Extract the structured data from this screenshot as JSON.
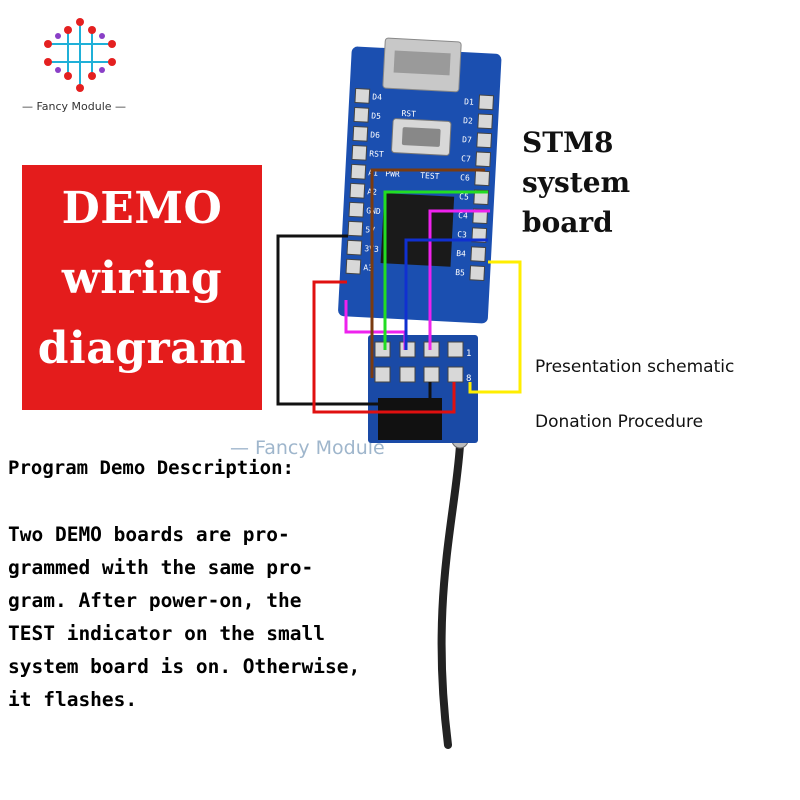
{
  "logo": {
    "text": "— Fancy Module —",
    "icon": "circuit-logo-icon"
  },
  "demo_title": {
    "line1": "DEMO",
    "line2": "wiring",
    "line3": "diagram"
  },
  "board_label": {
    "line1": "STM8",
    "line2": "system",
    "line3": "board"
  },
  "side_labels": {
    "schematic": "Presentation schematic",
    "procedure": "Donation Procedure"
  },
  "watermark": "— Fancy Module",
  "description": {
    "title": "Program Demo Description:",
    "lines": [
      "Two DEMO boards are pro-",
      "grammed with the same pro-",
      "gram. After power-on, the",
      "TEST indicator on the small",
      "system board is on. Otherwise,",
      "it flashes."
    ]
  },
  "board_pins": {
    "left": [
      "D4",
      "D5",
      "D6",
      "RST",
      "A1",
      "A2",
      "GND",
      "5V",
      "3V3",
      "A3"
    ],
    "right": [
      "D1",
      "D2",
      "D7",
      "C7",
      "C6",
      "C5",
      "C4",
      "C3",
      "B4",
      "B5"
    ],
    "top_labels": [
      "RST",
      "PWR",
      "TEST"
    ],
    "module_pins": [
      "1",
      "8"
    ]
  },
  "wire_colors": {
    "black": "#111111",
    "red": "#e01010",
    "green": "#22dd22",
    "magenta": "#ee22ee",
    "blue": "#1030d0",
    "yellow": "#ffee00",
    "brown": "#7a3b10",
    "board": "#1b4fb0",
    "module": "#1a4aa6"
  }
}
